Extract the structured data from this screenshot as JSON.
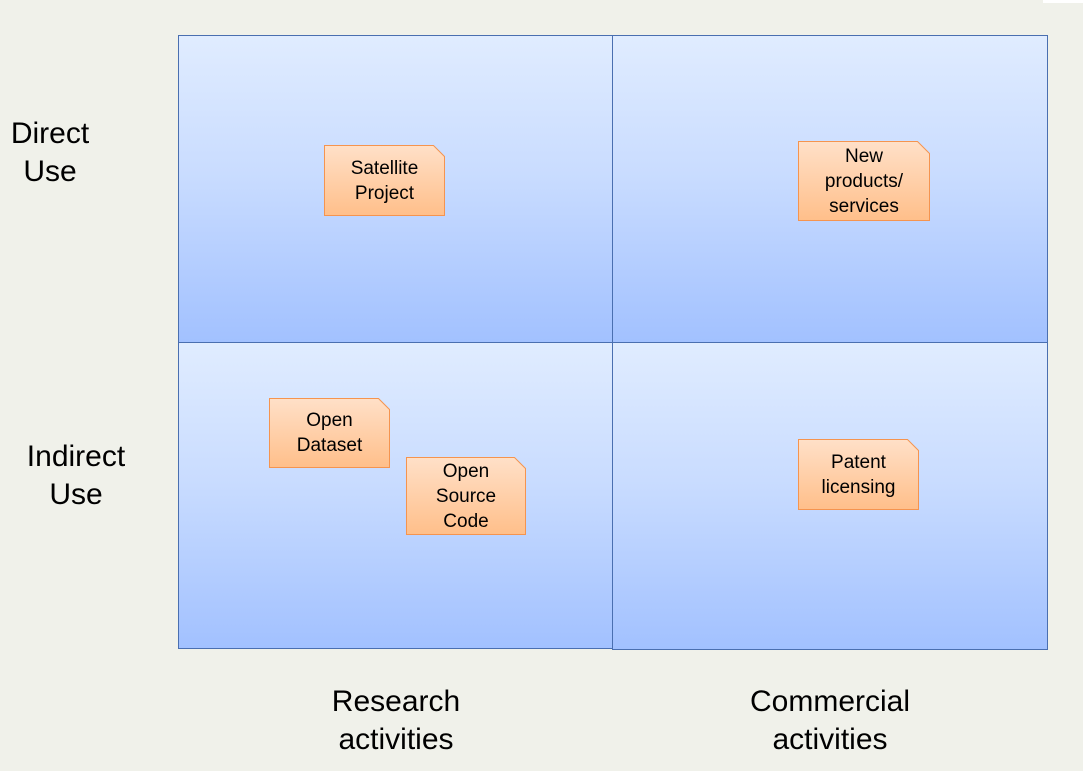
{
  "rows": [
    {
      "line1": "Direct",
      "line2": "Use"
    },
    {
      "line1": "Indirect",
      "line2": "Use"
    }
  ],
  "columns": [
    {
      "line1": "Research",
      "line2": "activities"
    },
    {
      "line1": "Commercial",
      "line2": "activities"
    }
  ],
  "notes": {
    "satellite_project": [
      "Satellite",
      "Project"
    ],
    "new_products": [
      "New",
      "products/",
      "services"
    ],
    "open_dataset": [
      "Open",
      "Dataset"
    ],
    "open_source_code": [
      "Open",
      "Source",
      "Code"
    ],
    "patent_licensing": [
      "Patent",
      "licensing"
    ]
  },
  "colors": {
    "background": "#f0f1ea",
    "quadrant_border": "#4a6fb0",
    "quadrant_gradient_top": "#e0ecff",
    "quadrant_gradient_bottom": "#a2c1ff",
    "note_fill_top": "#ffe0c8",
    "note_fill_bottom": "#ffbf8a",
    "note_border": "#f5944f"
  }
}
